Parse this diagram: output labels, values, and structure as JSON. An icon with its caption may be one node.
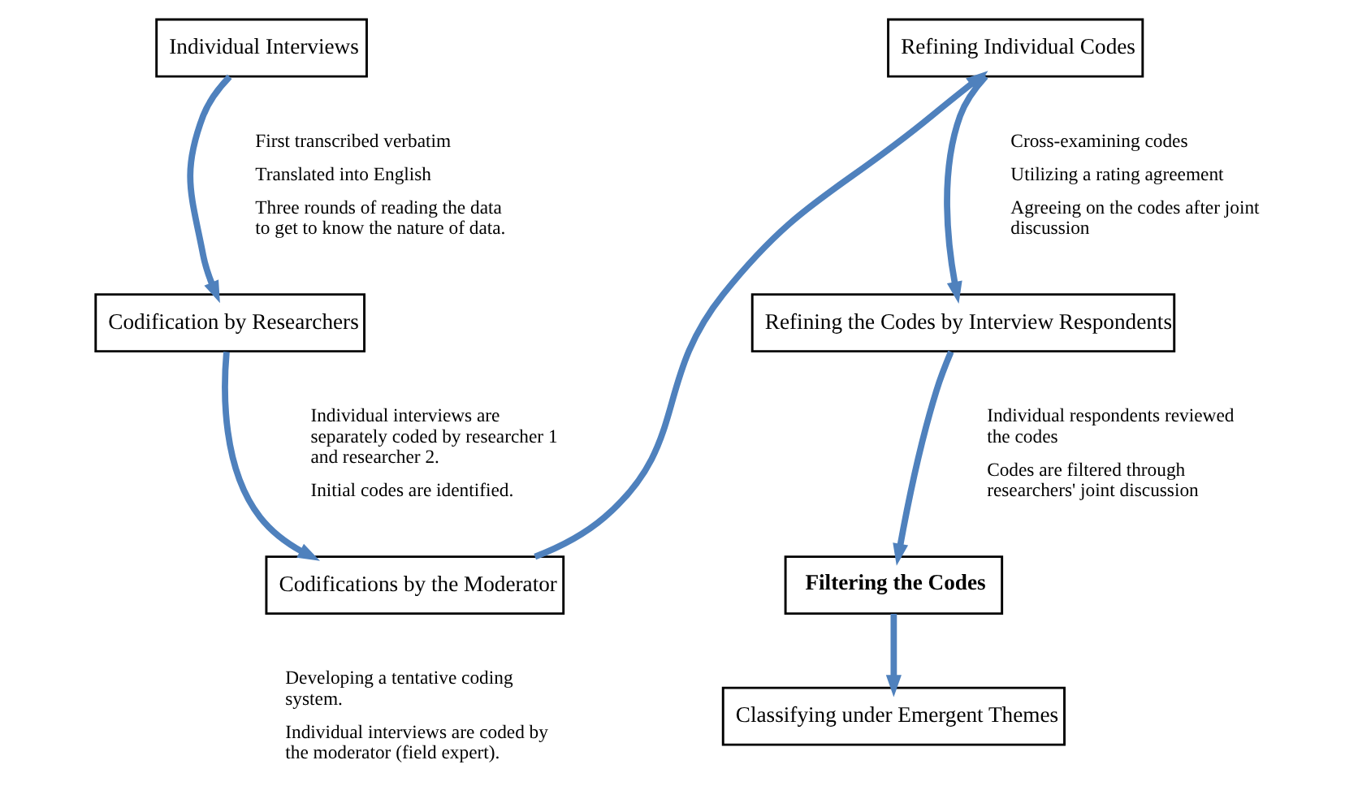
{
  "diagram": {
    "nodes": [
      {
        "text": [
          "Individual Interviews"
        ]
      },
      {
        "text": [
          "Codification by Researchers"
        ]
      },
      {
        "text": [
          "Codifications by the Moderator"
        ],
        "beside": [
          "Developing a tentative coding system.",
          "Individual interviews are coded by the moderator (field expert)."
        ]
      },
      {
        "text": [
          "Refining Individual Codes"
        ]
      },
      {
        "text": [
          "Refining the Codes by Interview Respondents"
        ]
      },
      {
        "text": [
          "Filtering the Codes"
        ]
      },
      {
        "text": [
          "Classifying under Emergent Themes"
        ]
      }
    ],
    "edges": [
      {
        "from": 0,
        "to": 1,
        "arrow": "to"
      },
      {
        "from": 1,
        "to": 2,
        "arrow": "to"
      },
      {
        "from": 2,
        "to": 3,
        "arrow": "to"
      },
      {
        "from": 3,
        "to": 4,
        "arrow": "to"
      },
      {
        "from": 4,
        "to": 5,
        "arrow": "to"
      },
      {
        "from": 5,
        "to": 6,
        "arrow": "to"
      }
    ],
    "labels": [
      "First transcribed verbatim",
      "Translated into English",
      "Three rounds of reading the data to get to know the nature of data.",
      "Individual interviews are separately coded by researcher 1 and researcher 2.",
      "Initial codes are identified.",
      "Cross-examining codes",
      "Utilizing a rating agreement",
      "Agreeing on the codes after joint discussion",
      "Individual respondents reviewed the codes",
      "Codes are filtered through researchers' joint discussion"
    ]
  }
}
